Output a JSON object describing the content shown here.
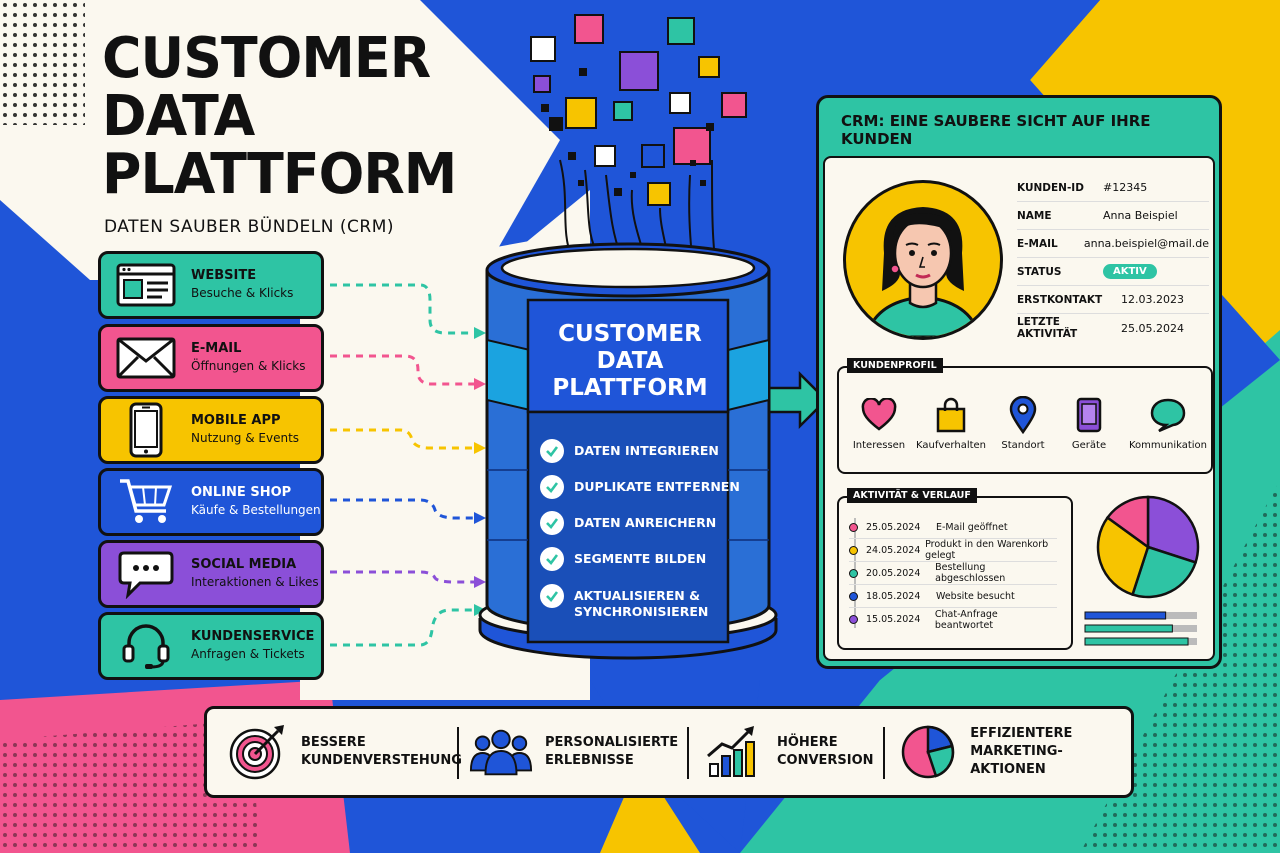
{
  "title": {
    "line1": "CUSTOMER",
    "line2": "DATA",
    "line3": "PLATTFORM"
  },
  "subtitle": "DATEN SAUBER BÜNDELN (CRM)",
  "colors": {
    "teal": "#2ec4a4",
    "pink": "#f2558f",
    "yellow": "#f7c400",
    "blue": "#1f55d8",
    "purple": "#8b4fd8",
    "cream": "#fbf8ef"
  },
  "sources": [
    {
      "label": "WEBSITE",
      "sub": "Besuche & Klicks",
      "icon": "browser-icon",
      "color": "#2ec4a4"
    },
    {
      "label": "E-MAIL",
      "sub": "Öffnungen & Klicks",
      "icon": "envelope-icon",
      "color": "#f2558f"
    },
    {
      "label": "MOBILE APP",
      "sub": "Nutzung & Events",
      "icon": "smartphone-icon",
      "color": "#f7c400"
    },
    {
      "label": "ONLINE SHOP",
      "sub": "Käufe & Bestellungen",
      "icon": "shopping-cart-icon",
      "color": "#1f55d8"
    },
    {
      "label": "SOCIAL MEDIA",
      "sub": "Interaktionen & Likes",
      "icon": "chat-bubble-icon",
      "color": "#8b4fd8"
    },
    {
      "label": "KUNDENSERVICE",
      "sub": "Anfragen & Tickets",
      "icon": "headset-icon",
      "color": "#2ec4a4"
    }
  ],
  "cdp": {
    "title1": "CUSTOMER",
    "title2": "DATA",
    "title3": "PLATTFORM",
    "features": [
      {
        "label": "DATEN INTEGRIEREN"
      },
      {
        "label": "DUPLIKATE ENTFERNEN"
      },
      {
        "label": "DATEN ANREICHERN"
      },
      {
        "label": "SEGMENTE BILDEN"
      },
      {
        "label": "AKTUALISIEREN &",
        "label2": "SYNCHRONISIEREN"
      }
    ]
  },
  "crm": {
    "header": "CRM: EINE SAUBERE SICHT AUF IHRE KUNDEN",
    "fields": [
      {
        "key": "KUNDEN-ID",
        "value": "#12345"
      },
      {
        "key": "NAME",
        "value": "Anna Beispiel"
      },
      {
        "key": "E-MAIL",
        "value": "anna.beispiel@mail.de"
      },
      {
        "key": "STATUS",
        "value": "AKTIV"
      },
      {
        "key": "ERSTKONTAKT",
        "value": "12.03.2023"
      },
      {
        "key": "LETZTE AKTIVITÄT",
        "value": "25.05.2024"
      }
    ],
    "profile_title": "KUNDENPROFIL",
    "profile_items": [
      {
        "label": "Interessen",
        "icon": "heart-icon"
      },
      {
        "label": "Kaufverhalten",
        "icon": "shopping-bag-icon"
      },
      {
        "label": "Standort",
        "icon": "location-pin-icon"
      },
      {
        "label": "Geräte",
        "icon": "device-icon"
      },
      {
        "label": "Kommunikation",
        "icon": "speech-bubble-icon"
      }
    ],
    "activity_title": "AKTIVITÄT & VERLAUF",
    "activities": [
      {
        "date": "25.05.2024",
        "text": "E-Mail geöffnet",
        "color": "#f2558f"
      },
      {
        "date": "24.05.2024",
        "text": "Produkt in den Warenkorb gelegt",
        "color": "#f7c400"
      },
      {
        "date": "20.05.2024",
        "text": "Bestellung abgeschlossen",
        "color": "#2ec4a4"
      },
      {
        "date": "18.05.2024",
        "text": "Website besucht",
        "color": "#1f55d8"
      },
      {
        "date": "15.05.2024",
        "text": "Chat-Anfrage beantwortet",
        "color": "#8b4fd8"
      }
    ],
    "pie_segments": [
      {
        "value": 30,
        "color": "#8b4fd8"
      },
      {
        "value": 25,
        "color": "#2ec4a4"
      },
      {
        "value": 30,
        "color": "#f7c400"
      },
      {
        "value": 15,
        "color": "#f2558f"
      }
    ],
    "bars": [
      {
        "value": 0.72,
        "color": "#1f55d8"
      },
      {
        "value": 0.78,
        "color": "#2ec4a4"
      },
      {
        "value": 0.92,
        "color": "#2ec4a4"
      }
    ]
  },
  "benefits": [
    {
      "line1": "BESSERE",
      "line2": "KUNDENVERSTEHUNG",
      "icon": "target-icon"
    },
    {
      "line1": "PERSONALISIERTE",
      "line2": "ERLEBNISSE",
      "icon": "people-icon"
    },
    {
      "line1": "HÖHERE",
      "line2": "CONVERSION",
      "icon": "growth-chart-icon"
    },
    {
      "line1": "EFFIZIENTERE",
      "line2": "MARKETING-AKTIONEN",
      "icon": "pie-chart-icon"
    }
  ]
}
